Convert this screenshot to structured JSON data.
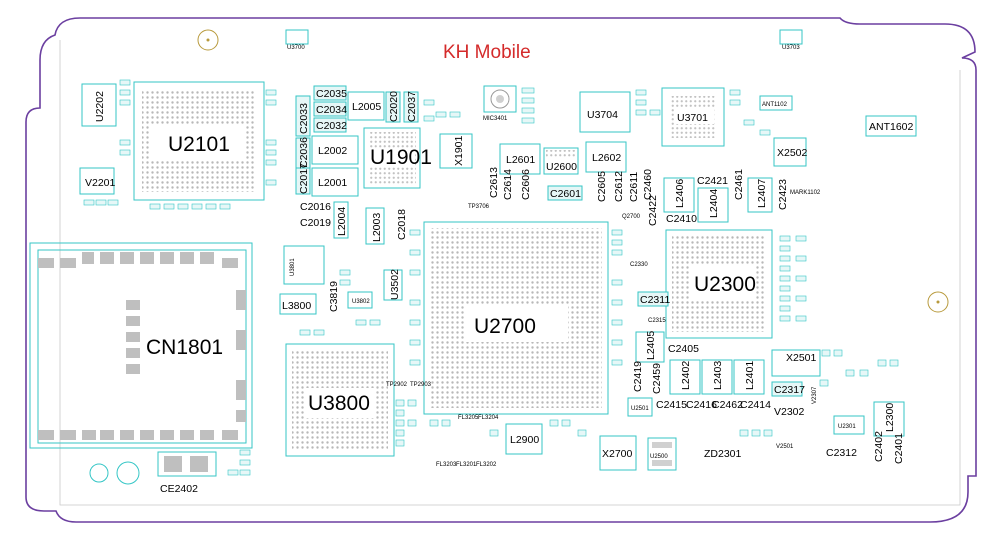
{
  "title": "KH Mobile",
  "colors": {
    "board_edge": "#6b3fa0",
    "outline": "#35c6c6",
    "pad": "#bfbfbf",
    "label": "#000000",
    "title": "#d42a2a"
  },
  "components": {
    "U3700": "U3700",
    "U3703": "U3703",
    "U2202": "U2202",
    "U2101": "U2101",
    "V2201": "V2201",
    "C2035": "C2035",
    "C2034": "C2034",
    "C2032": "C2032",
    "C2033": "C2033",
    "C2036": "C2036",
    "C2017": "C2017",
    "L2005": "L2005",
    "C2020": "C2020",
    "C2037": "C2037",
    "L2002": "L2002",
    "L2001": "L2001",
    "U1901": "U1901",
    "X1901": "X1901",
    "MIC3401": "MIC3401",
    "U3704": "U3704",
    "U3701": "U3701",
    "ANT1102": "ANT1102",
    "ANT1602": "ANT1602",
    "X2502": "X2502",
    "MARK1102": "MARK1102",
    "L2601": "L2601",
    "L2602": "L2602",
    "U2600": "U2600",
    "C2613": "C2613",
    "C2614": "C2614",
    "C2606": "C2606",
    "C2601": "C2601",
    "C2605": "C2605",
    "C2612": "C2612",
    "C2611": "C2611",
    "C2460": "C2460",
    "C2422": "C2422",
    "L2406": "L2406",
    "C2421": "C2421",
    "C2410": "C2410",
    "L2404": "L2404",
    "C2461": "C2461",
    "L2407": "L2407",
    "C2423": "C2423",
    "Q2700": "Q2700",
    "C2016": "C2016",
    "C2019": "C2019",
    "L2004": "L2004",
    "L2003": "L2003",
    "C2018": "C2018",
    "U3801": "U3801",
    "U3502": "U3502",
    "C3819": "C3819",
    "U3802": "U3802",
    "L3800": "L3800",
    "CN1801": "CN1801",
    "U2700": "U2700",
    "U2300": "U2300",
    "C2330": "C2330",
    "C2311": "C2311",
    "C2315": "C2315",
    "L2405": "L2405",
    "C2405": "C2405",
    "C2419": "C2419",
    "C2459": "C2459",
    "L2402": "L2402",
    "L2403": "L2403",
    "L2401": "L2401",
    "X2501": "X2501",
    "C2317": "C2317",
    "V2307": "V2307",
    "U3800": "U3800",
    "C2415": "C2415",
    "C2416": "C2416",
    "C2462": "C2462",
    "C2414": "C2414",
    "V2302": "V2302",
    "U2501": "U2501",
    "L2900": "L2900",
    "X2700": "X2700",
    "U2500": "U2500",
    "ZD2301": "ZD2301",
    "V2501": "V2501",
    "L2300": "L2300",
    "U2301": "U2301",
    "C2312": "C2312",
    "C2402": "C2402",
    "C2401": "C2401",
    "CE2402": "CE2402",
    "TP2902": "TP2902",
    "TP2903": "TP2903",
    "FL3205": "FL3205",
    "FL3204": "FL3204",
    "FL3203": "FL3203",
    "FL3201": "FL3201",
    "FL3202": "FL3202",
    "TP3706": "TP3706"
  }
}
